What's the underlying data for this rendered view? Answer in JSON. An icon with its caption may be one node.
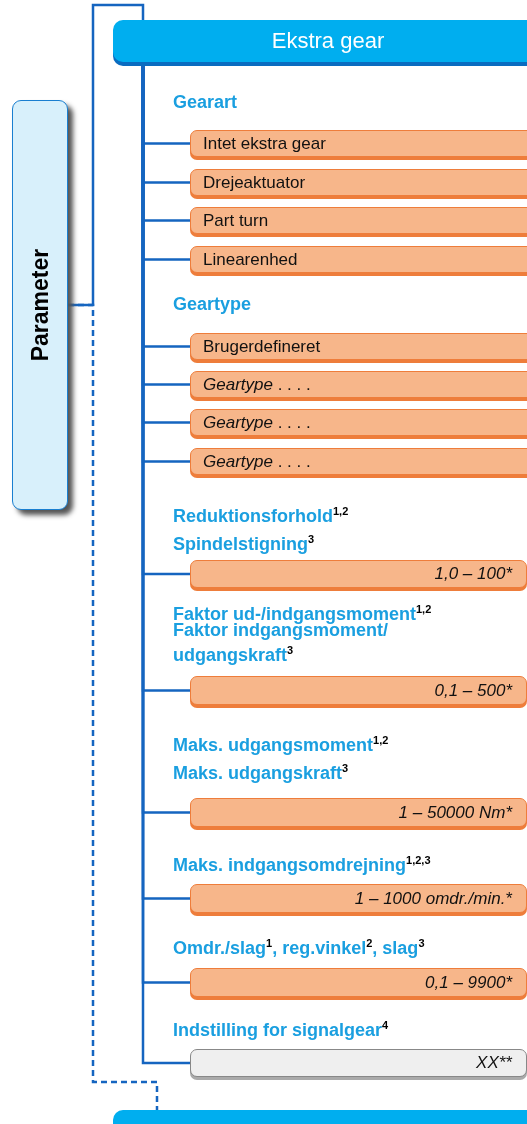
{
  "diagram": {
    "nodes": [
      {
        "text": [
          "Parameter"
        ]
      },
      {
        "text": [
          "Ekstra gear"
        ]
      },
      {
        "text": [
          "Intet ekstra gear"
        ]
      },
      {
        "text": [
          "Drejeaktuator"
        ]
      },
      {
        "text": [
          "Part turn"
        ]
      },
      {
        "text": [
          "Linearenhed"
        ]
      },
      {
        "text": [
          "Brugerdefineret"
        ]
      },
      {
        "text": [
          "*Geartype* . . . ."
        ]
      },
      {
        "text": [
          "*Geartype* . . . ."
        ]
      },
      {
        "text": [
          "*Geartype* . . . ."
        ]
      },
      {
        "text": [
          "1,0 – 100*"
        ]
      },
      {
        "text": [
          "0,1 – 500*"
        ]
      },
      {
        "text": [
          "1 – 50000 Nm*"
        ]
      },
      {
        "text": [
          "1 – 1000 omdr./min.*"
        ]
      },
      {
        "text": [
          "0,1 – 9900*"
        ]
      },
      {
        "text": [
          "XX**"
        ]
      },
      {
        "text": [],
        "shape": "bar"
      }
    ],
    "edges": [
      {
        "from": 0,
        "to": 1,
        "arrow": "none"
      },
      {
        "from": 1,
        "to": 2,
        "arrow": "none"
      },
      {
        "from": 1,
        "to": 3,
        "arrow": "none"
      },
      {
        "from": 1,
        "to": 4,
        "arrow": "none"
      },
      {
        "from": 1,
        "to": 5,
        "arrow": "none"
      },
      {
        "from": 1,
        "to": 6,
        "arrow": "none"
      },
      {
        "from": 1,
        "to": 7,
        "arrow": "none"
      },
      {
        "from": 1,
        "to": 8,
        "arrow": "none"
      },
      {
        "from": 1,
        "to": 9,
        "arrow": "none"
      },
      {
        "from": 1,
        "to": 10,
        "arrow": "none"
      },
      {
        "from": 1,
        "to": 11,
        "arrow": "none"
      },
      {
        "from": 1,
        "to": 12,
        "arrow": "none"
      },
      {
        "from": 1,
        "to": 13,
        "arrow": "none"
      },
      {
        "from": 1,
        "to": 14,
        "arrow": "none"
      },
      {
        "from": 1,
        "to": 15,
        "arrow": "none"
      },
      {
        "from": 0,
        "to": 16,
        "arrow": "none",
        "style": "dashed"
      }
    ],
    "labels": [
      "Gearart",
      "Geartype",
      "Reduktionsforhold$^{1,2}$",
      "Spindelstigning$^{3}$",
      "Faktor ud-/indgangsmoment$^{1,2}$",
      "Faktor indgangsmoment/ udgangskraft$^{3}$",
      "Maks. udgangsmoment$^{1,2}$",
      "Maks. udgangskraft$^{3}$",
      "Maks. indgangsomdrejning$^{1,2,3}$",
      "Omdr./slag$^{1}$, reg.vinkel$^{2}$, slag$^{3}$",
      "Indstilling for signalgear$^{4}$"
    ]
  }
}
